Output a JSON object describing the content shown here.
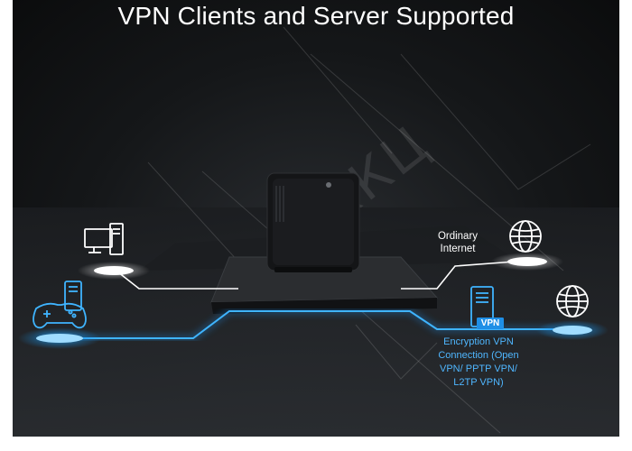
{
  "title": "VPN Clients and Server Supported",
  "labels": {
    "ordinary_internet_line1": "Ordinary",
    "ordinary_internet_line2": "Internet",
    "vpn_badge": "VPN",
    "encryption_line1": "Encryption VPN",
    "encryption_line2": "Connection (Open",
    "encryption_line3": "VPN/ PPTP VPN/",
    "encryption_line4": "L2TP VPN)",
    "watermark": "ККЦ"
  },
  "colors": {
    "background": "#0f1113",
    "accent_blue": "#2aa8ff",
    "line_white": "#ffffff"
  },
  "icons": [
    "desktop-computer-icon",
    "game-controller-icon",
    "server-tower-icon",
    "globe-icon",
    "vpn-server-icon",
    "router-icon"
  ]
}
